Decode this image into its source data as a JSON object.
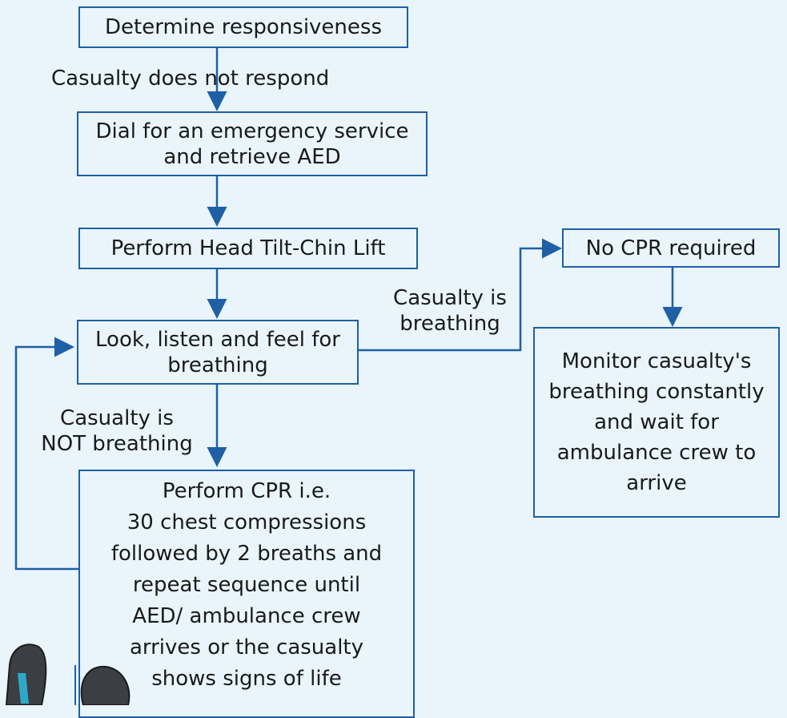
{
  "boxes": {
    "determine": "Determine responsiveness",
    "dial": "Dial for an emergency service\nand retrieve AED",
    "headtilt": "Perform Head Tilt-Chin Lift",
    "look": "Look, listen and feel for\nbreathing",
    "cpr": "Perform CPR i.e.\n30 chest compressions\nfollowed by 2 breaths and\nrepeat sequence until\nAED/ ambulance crew\narrives or the casualty\nshows signs of life",
    "nocpr": "No CPR required",
    "monitor": "Monitor casualty's\nbreathing constantly\nand wait for\nambulance crew to\narrive"
  },
  "labels": {
    "no_response": "Casualty does not respond",
    "breathing": "Casualty is\nbreathing",
    "not_breathing": "Casualty is\nNOT breathing"
  },
  "colors": {
    "line": "#1f5fa6",
    "background": "#e9f5fb"
  },
  "icons": [
    "casualty-shoes-icon"
  ]
}
